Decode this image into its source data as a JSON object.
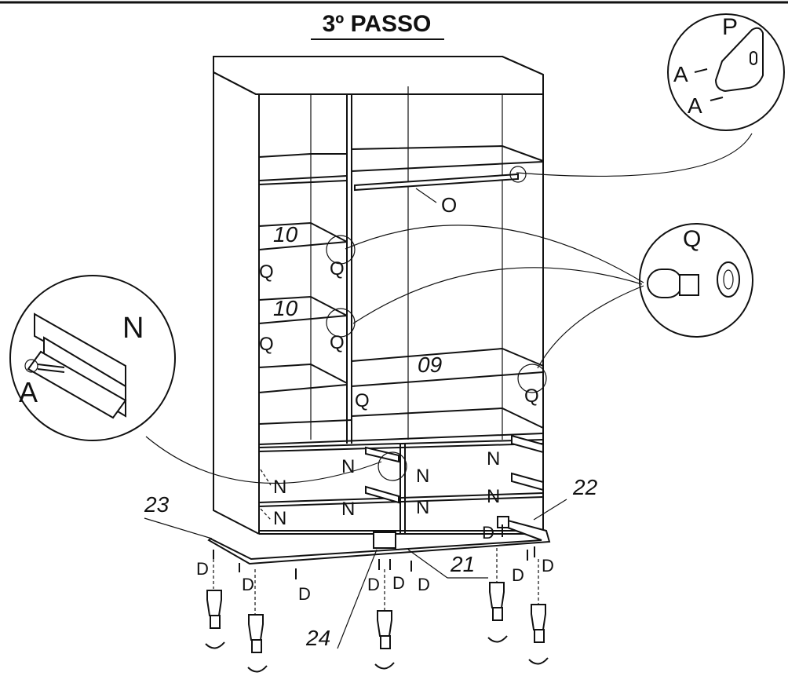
{
  "step_title": "3º PASSO",
  "colors": {
    "ink": "#111111",
    "background": "#ffffff"
  },
  "parts": {
    "rod": "O",
    "shelf_upper": "10",
    "shelf_lower": "10",
    "shelf_right": "09",
    "base_front": "21",
    "base_right": "22",
    "base_left": "23",
    "foot": "24"
  },
  "hardware": {
    "screw": "A",
    "rod_holder": "P",
    "shelf_support": "Q",
    "drawer_rail": "N",
    "base_screw": "D"
  },
  "callouts": {
    "rod_holder_detail": {
      "letters": [
        "P",
        "A",
        "A"
      ]
    },
    "shelf_support_detail": {
      "letters": [
        "Q"
      ]
    },
    "rail_detail": {
      "letters": [
        "N",
        "A"
      ]
    }
  }
}
